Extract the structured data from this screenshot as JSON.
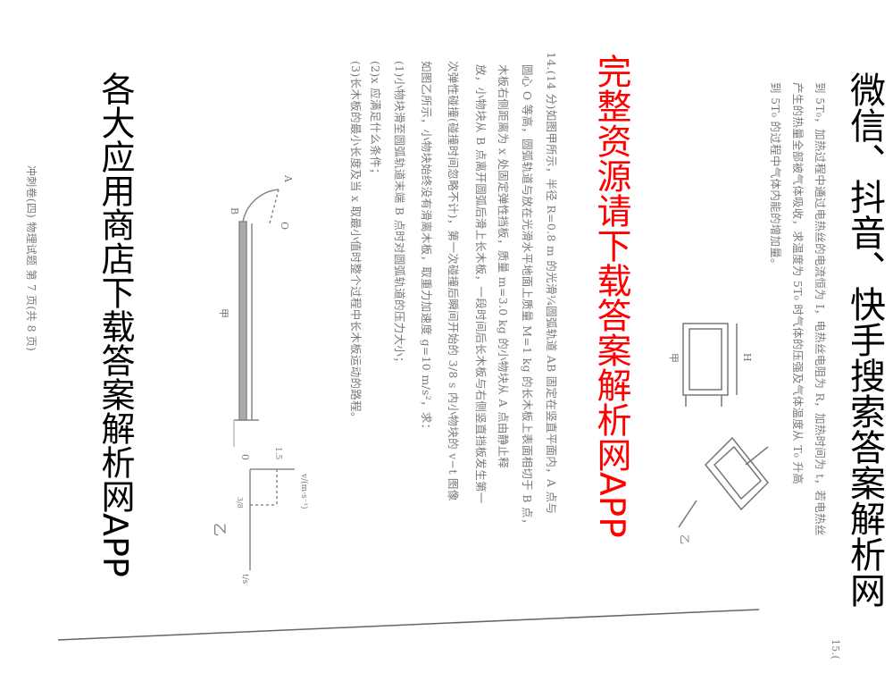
{
  "document": {
    "orientation": "rotated-90-clockwise",
    "prev_question_lines": [
      "到 5T₀，加热过程中通过电热丝的电流恒为 I，电热丝电阻为 R，加热时间为 t，若电热丝",
      "产生的热量全部被气体吸收，求温度为 5T₀ 时气体的压强及气体温度从 T₀ 升高",
      "到 5T₀ 的过程中气体内能的增加量。"
    ],
    "question14_lines": [
      "14.(14 分)如图甲所示，半径 R=0.8 m 的光滑¼圆弧轨道 AB 固定在竖直平面内，A 点与",
      "圆心 O 等高，圆弧轨道与放在光滑水平地面上质量 M=1 kg 的长木板上表面相切于 B 点，",
      "木板右侧距离为 x 处固定弹性挡板，质量 m=3.0 kg 的小物块从 A 点由静止释",
      "放，小物块从 B 点离开圆弧后滑上长木板，一段时间后长木板与右侧竖直挡板发生第一",
      "次弹性碰撞(碰撞时间忽略不计)，第一次碰撞后瞬间开始的 3/8 s 内小物块的 v−t 图像",
      "如图乙所示，小物块始终没有滑离木板，取重力加速度 g=10 m/s²，求：",
      "(1)小物块滑至圆弧轨道末端 B 点时对圆弧轨道的压力大小；",
      "(2)x 应满足什么条件；",
      "(3)长木板的最小长度及当 x 取最小值时整个过程中长木板运动的路程。"
    ],
    "figure_jia": {
      "label": "甲",
      "point_a": "A",
      "point_o": "O",
      "point_b": "B"
    },
    "figure_yi": {
      "label": "乙",
      "y_axis": "v/(m·s⁻¹)",
      "x_axis": "t/s",
      "origin": "0",
      "tick_v": "1.5",
      "tick_t": "3/8"
    },
    "right_figure": {
      "label_jia": "甲",
      "label_h": "H",
      "label_yi": "乙"
    },
    "footer": "冲刺卷(四)  物理试题  第 7 页(共 8 页)",
    "next_page_fragment": "15.("
  },
  "watermarks": {
    "top_left": "各大应用商店下载答案解析网APP",
    "center_red": "完整资源请下载答案解析网APP",
    "bottom_right": "微信、抖音、快手搜索答案解析网"
  },
  "colors": {
    "text": "#7a7a7a",
    "watermark_red": "#ff0000",
    "watermark_black": "#000000"
  }
}
